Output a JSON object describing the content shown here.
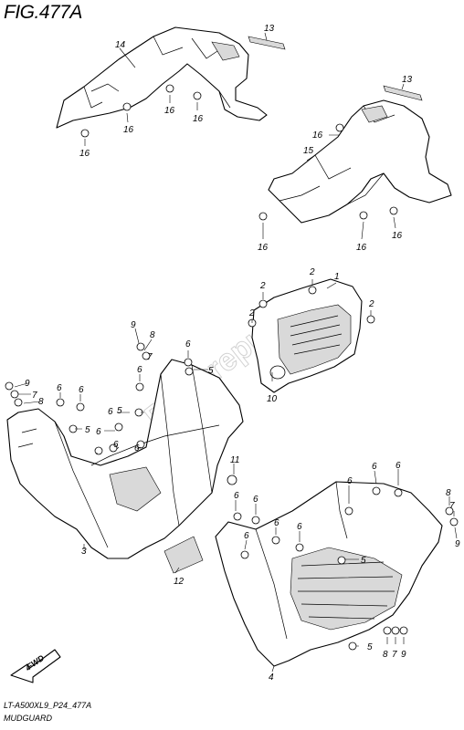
{
  "figure": {
    "title": "FIG.477A",
    "model_code": "LT-A500XL9_P24_477A",
    "caption": "MUDGUARD",
    "direction_label": "FWD",
    "watermark": "Partsrepublik"
  },
  "callouts": [
    {
      "id": "c14a",
      "text": "14"
    },
    {
      "id": "c13a",
      "text": "13"
    },
    {
      "id": "c13b",
      "text": "13"
    },
    {
      "id": "c16a",
      "text": "16"
    },
    {
      "id": "c16b",
      "text": "16"
    },
    {
      "id": "c16c",
      "text": "16"
    },
    {
      "id": "c16d",
      "text": "16"
    },
    {
      "id": "c16e",
      "text": "16"
    },
    {
      "id": "c15",
      "text": "15"
    },
    {
      "id": "c16f",
      "text": "16"
    },
    {
      "id": "c16g",
      "text": "16"
    },
    {
      "id": "c16h",
      "text": "16"
    },
    {
      "id": "c2a",
      "text": "2"
    },
    {
      "id": "c2b",
      "text": "2"
    },
    {
      "id": "c1",
      "text": "1"
    },
    {
      "id": "c2c",
      "text": "2"
    },
    {
      "id": "c2d",
      "text": "2"
    },
    {
      "id": "c9a",
      "text": "9"
    },
    {
      "id": "c8a",
      "text": "8"
    },
    {
      "id": "c7a",
      "text": "7"
    },
    {
      "id": "c6a",
      "text": "6"
    },
    {
      "id": "c5a",
      "text": "5"
    },
    {
      "id": "c6b",
      "text": "6"
    },
    {
      "id": "c10",
      "text": "10"
    },
    {
      "id": "c9b",
      "text": "9"
    },
    {
      "id": "c7b",
      "text": "7"
    },
    {
      "id": "c8b",
      "text": "8"
    },
    {
      "id": "c6c",
      "text": "6"
    },
    {
      "id": "c6d",
      "text": "6"
    },
    {
      "id": "c5b",
      "text": "5"
    },
    {
      "id": "c6e",
      "text": "6"
    },
    {
      "id": "c5c",
      "text": "5"
    },
    {
      "id": "c6f",
      "text": "6"
    },
    {
      "id": "c6g",
      "text": "6"
    },
    {
      "id": "c6h",
      "text": "6"
    },
    {
      "id": "c11",
      "text": "11"
    },
    {
      "id": "c3",
      "text": "3"
    },
    {
      "id": "c12",
      "text": "12"
    },
    {
      "id": "c6i",
      "text": "6"
    },
    {
      "id": "c6j",
      "text": "6"
    },
    {
      "id": "c6k",
      "text": "6"
    },
    {
      "id": "c6l",
      "text": "6"
    },
    {
      "id": "c6m",
      "text": "6"
    },
    {
      "id": "c6n",
      "text": "6"
    },
    {
      "id": "c6o",
      "text": "6"
    },
    {
      "id": "c6p",
      "text": "6"
    },
    {
      "id": "c8c",
      "text": "8"
    },
    {
      "id": "c7c",
      "text": "7"
    },
    {
      "id": "c9c",
      "text": "9"
    },
    {
      "id": "c5d",
      "text": "5"
    },
    {
      "id": "c5e",
      "text": "5"
    },
    {
      "id": "c8d",
      "text": "8"
    },
    {
      "id": "c7d",
      "text": "7"
    },
    {
      "id": "c9d",
      "text": "9"
    },
    {
      "id": "c4",
      "text": "4"
    }
  ]
}
